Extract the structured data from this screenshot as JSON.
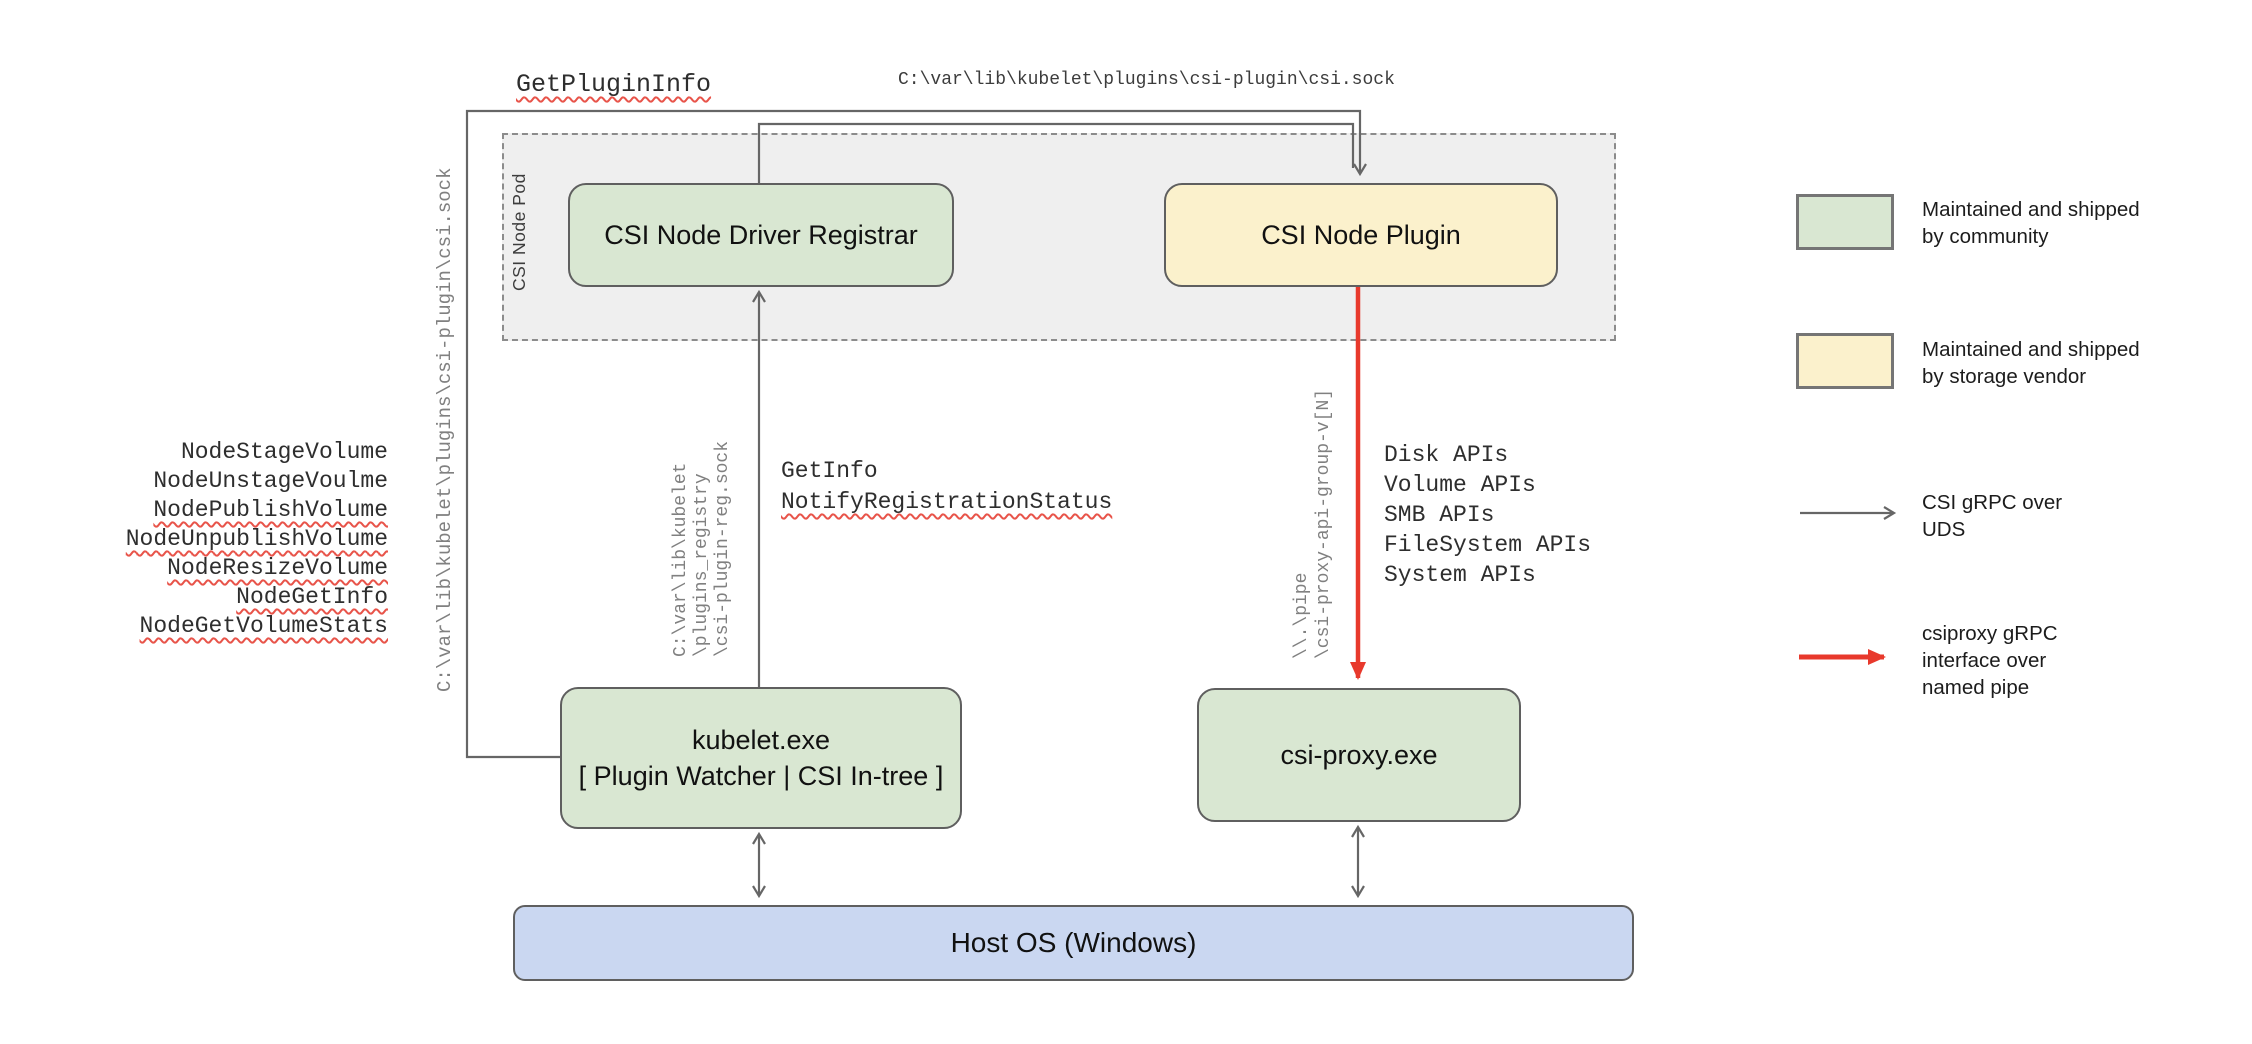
{
  "diagram": {
    "title_hint": "Kubernetes CSI on Windows architecture",
    "pod": {
      "label": "CSI Node Pod"
    },
    "nodes": {
      "registrar": "CSI Node Driver Registrar",
      "plugin": "CSI Node Plugin",
      "kubelet": "kubelet.exe\n[ Plugin Watcher | CSI In-tree ]",
      "csi_proxy": "csi-proxy.exe",
      "host_os": "Host OS (Windows)"
    },
    "labels": {
      "get_plugin_info": "GetPluginInfo",
      "csi_sock_path_top": "C:\\var\\lib\\kubelet\\plugins\\csi-plugin\\csi.sock",
      "csi_sock_path_left": "C:\\var\\lib\\kubelet\\plugins\\csi-plugin\\csi.sock",
      "registry_sock_path": "C:\\var\\lib\\kubelet\n\\plugins_registry\n\\csi-plugin-reg.sock",
      "pipe_path": "\\\\.\\pipe\n\\csi-proxy-api-group-v[N]",
      "get_info": "GetInfo",
      "notify_registration_status": "NotifyRegistrationStatus"
    },
    "node_rpcs": [
      {
        "text": "NodeStageVolume",
        "misspelled": false
      },
      {
        "text": "NodeUnstageVoulme",
        "misspelled": false
      },
      {
        "text": "NodePublishVolume",
        "misspelled": true
      },
      {
        "text": "NodeUnpublishVolume",
        "misspelled": true
      },
      {
        "text": "NodeResizeVolume",
        "misspelled": true
      },
      {
        "text": "NodeGetInfo",
        "misspelled": true
      },
      {
        "text": "NodeGetVolumeStats",
        "misspelled": true
      }
    ],
    "proxy_apis": [
      "Disk APIs",
      "Volume APIs",
      "SMB APIs",
      "FileSystem APIs",
      "System APIs"
    ],
    "legend": {
      "items": [
        {
          "kind": "swatch",
          "color": "green",
          "label": "Maintained and shipped\nby community"
        },
        {
          "kind": "swatch",
          "color": "yellow",
          "label": "Maintained and shipped\nby storage vendor"
        },
        {
          "kind": "arrow",
          "color": "gray",
          "label": "CSI gRPC over\nUDS"
        },
        {
          "kind": "arrow",
          "color": "red",
          "label": "csiproxy gRPC\ninterface over\nnamed pipe"
        }
      ]
    },
    "colors": {
      "community_green": "#d9e7d2",
      "vendor_yellow": "#fbf1cc",
      "host_blue": "#cad7f1",
      "pod_gray": "#efefef",
      "wire_gray": "#666666",
      "pipe_red": "#e8392c",
      "squiggle_red": "#e8544a"
    }
  }
}
